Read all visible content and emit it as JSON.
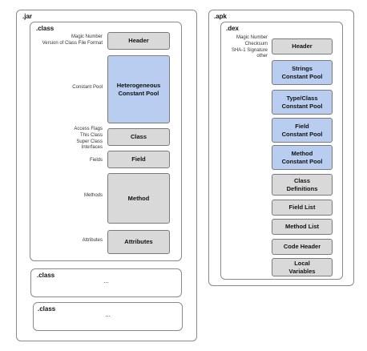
{
  "jar": {
    "title": ".jar",
    "class_main": {
      "title": ".class",
      "rows": [
        {
          "label": "Magic Number\nVersion of Class File Format",
          "box": "Header",
          "blue": false
        },
        {
          "label": "Constant Pool",
          "box": "Heterogeneous\nConstant Pool",
          "blue": true
        },
        {
          "label": "Access Flags\nThis Class\nSuper Class\nInterfaces",
          "box": "Class",
          "blue": false
        },
        {
          "label": "Fields",
          "box": "Field",
          "blue": false
        },
        {
          "label": "Methods",
          "box": "Method",
          "blue": false
        },
        {
          "label": "Attributes",
          "box": "Attributes",
          "blue": false
        }
      ]
    },
    "class_more": [
      {
        "title": ".class",
        "ellipsis": "..."
      },
      {
        "title": ".class",
        "ellipsis": "..."
      }
    ]
  },
  "apk": {
    "title": ".apk",
    "dex": {
      "title": ".dex",
      "header_label": "Magic Number\nChecksum\nSHA-1 Signature\nother",
      "boxes": [
        {
          "text": "Header",
          "blue": false
        },
        {
          "text": "Strings\nConstant Pool",
          "blue": true
        },
        {
          "text": "Type/Class\nConstant Pool",
          "blue": true
        },
        {
          "text": "Field\nConstant Pool",
          "blue": true
        },
        {
          "text": "Method\nConstant Pool",
          "blue": true
        },
        {
          "text": "Class\nDefinitions",
          "blue": false
        },
        {
          "text": "Field List",
          "blue": false
        },
        {
          "text": "Method List",
          "blue": false
        },
        {
          "text": "Code Header",
          "blue": false
        },
        {
          "text": "Local\nVariables",
          "blue": false
        }
      ]
    }
  }
}
